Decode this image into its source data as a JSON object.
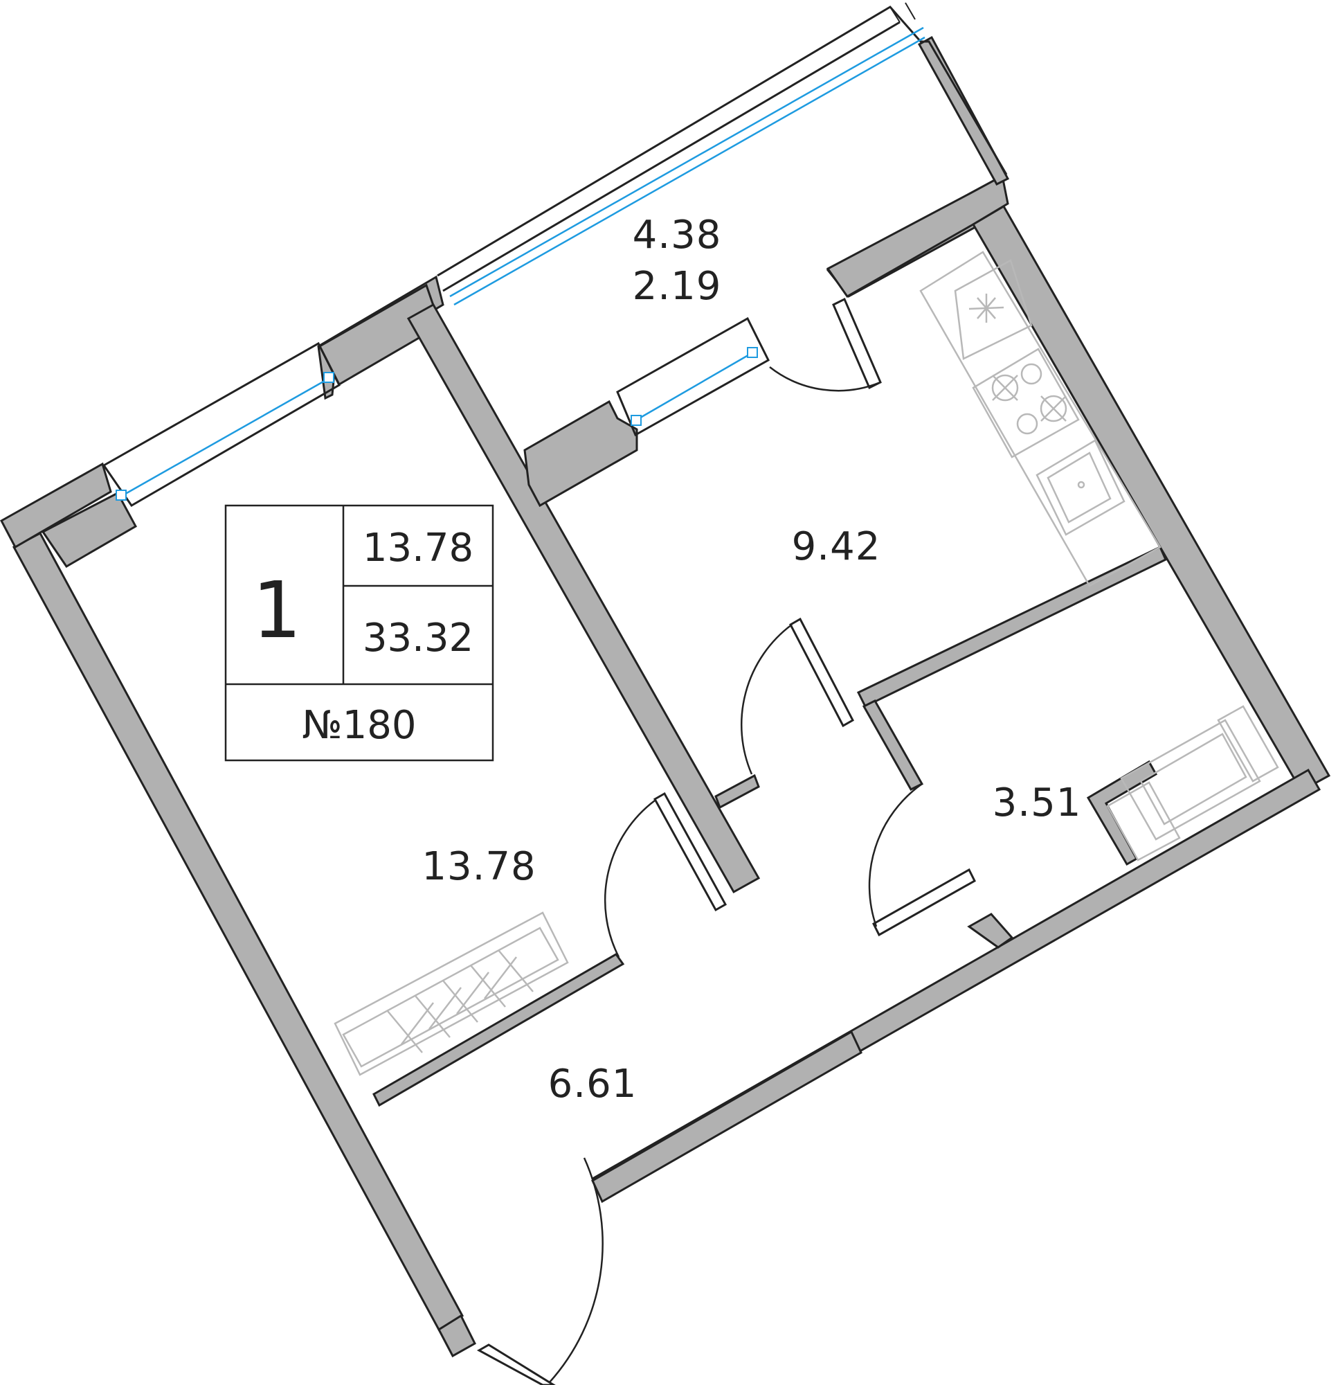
{
  "apartment": {
    "rooms": "1",
    "living_area": "13.78",
    "total_area": "33.32",
    "number": "№180"
  },
  "areas": {
    "balcony_full": "4.38",
    "balcony_reduced": "2.19",
    "kitchen": "9.42",
    "living_room": "13.78",
    "bathroom": "3.51",
    "hallway": "6.61"
  },
  "colors": {
    "wall": "#b1b1b1",
    "line": "#222222",
    "glass": "#1e9be0",
    "furniture": "#b8b8b8"
  },
  "icons": [
    "snowflake-icon",
    "stove-icon",
    "sink-icon",
    "bathtub-icon",
    "wardrobe-icon"
  ]
}
